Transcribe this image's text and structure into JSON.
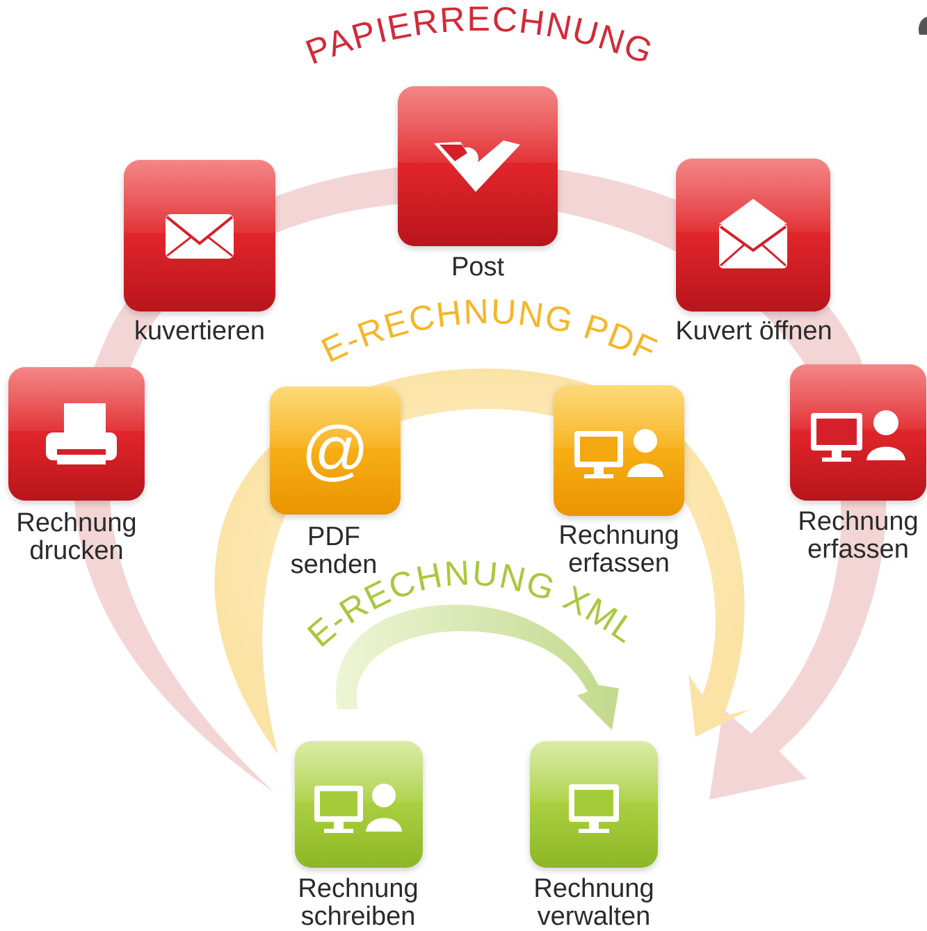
{
  "arcs": {
    "paper": {
      "label": "PAPIERRECHNUNG",
      "color": "#d22a38",
      "band_color": "#f2d2d2"
    },
    "pdf": {
      "label": "E-RECHNUNG PDF",
      "color": "#f5b62a",
      "band_color": "#fbe3a6"
    },
    "xml": {
      "label": "E-RECHNUNG XML",
      "color": "#a8c83c",
      "band_color": "#d5e6a8"
    }
  },
  "steps": {
    "rechnung_drucken": {
      "line1": "Rechnung",
      "line2": "drucken",
      "icon": "printer-icon"
    },
    "kuvertieren": {
      "line1": "kuvertieren",
      "icon": "envelope-icon"
    },
    "post": {
      "line1": "Post",
      "icon": "post-logo-icon"
    },
    "kuvert_oeffnen": {
      "line1": "Kuvert öffnen",
      "icon": "open-envelope-icon"
    },
    "rechnung_erfassen_paper": {
      "line1": "Rechnung",
      "line2": "erfassen",
      "icon": "monitor-person-icon"
    },
    "pdf_senden": {
      "line1": "PDF",
      "line2": "senden",
      "icon": "at-sign-icon"
    },
    "rechnung_erfassen_pdf": {
      "line1": "Rechnung",
      "line2": "erfassen",
      "icon": "monitor-person-icon"
    },
    "rechnung_schreiben": {
      "line1": "Rechnung",
      "line2": "schreiben",
      "icon": "monitor-person-icon"
    },
    "rechnung_verwalten": {
      "line1": "Rechnung",
      "line2": "verwalten",
      "icon": "monitor-icon"
    }
  }
}
